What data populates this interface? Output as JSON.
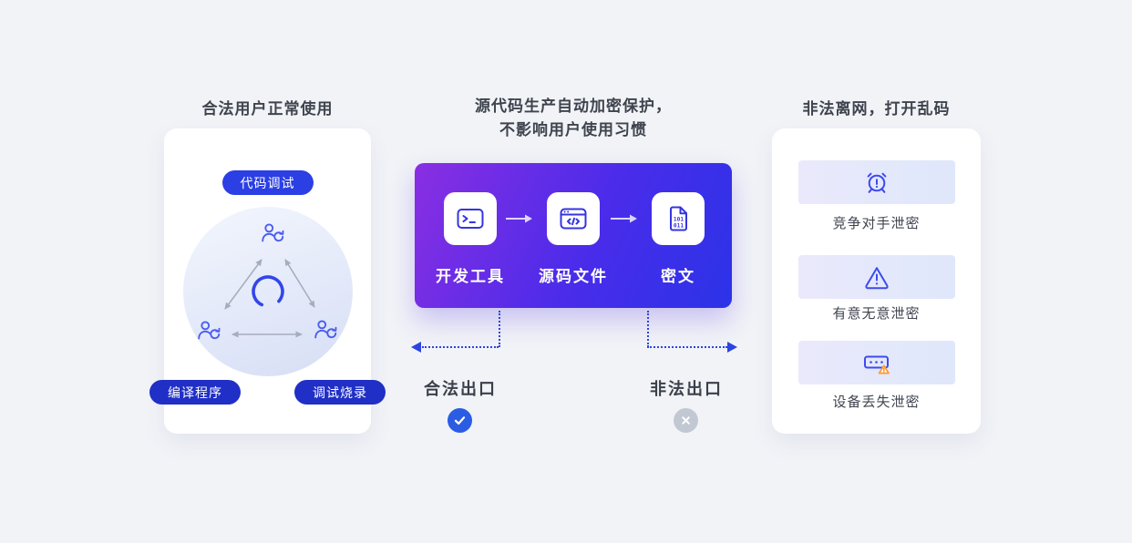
{
  "colors": {
    "background": "#f1f3f7",
    "card": "#ffffff",
    "accent_blue": "#2b3fe4",
    "pill_dark_blue": "#202fc6",
    "gradient_purple_start": "#8a2ee2",
    "gradient_purple_end": "#2b33e8",
    "check_blue": "#2b5ce4",
    "cross_gray": "#c2c8d3",
    "title_text": "#3e434d",
    "icon_blue": "#3c4bee",
    "arrow_gray": "#a6adbd"
  },
  "left_panel": {
    "title": "合法用户正常使用",
    "top_badge": "代码调试",
    "badge_left": "编译程序",
    "badge_right": "调试烧录"
  },
  "center_panel": {
    "title_line1": "源代码生产自动加密保护，",
    "title_line2": "不影响用户使用习惯",
    "steps": [
      {
        "label": "开发工具",
        "icon": "terminal-icon"
      },
      {
        "label": "源码文件",
        "icon": "code-file-icon"
      },
      {
        "label": "密文",
        "icon": "cipher-file-icon"
      }
    ],
    "legal_exit_label": "合法出口",
    "illegal_exit_label": "非法出口"
  },
  "right_panel": {
    "title": "非法离网，打开乱码",
    "items": [
      {
        "label": "竞争对手泄密",
        "icon": "alarm-icon"
      },
      {
        "label": "有意无意泄密",
        "icon": "warning-triangle-icon"
      },
      {
        "label": "设备丢失泄密",
        "icon": "device-loss-icon"
      }
    ]
  }
}
